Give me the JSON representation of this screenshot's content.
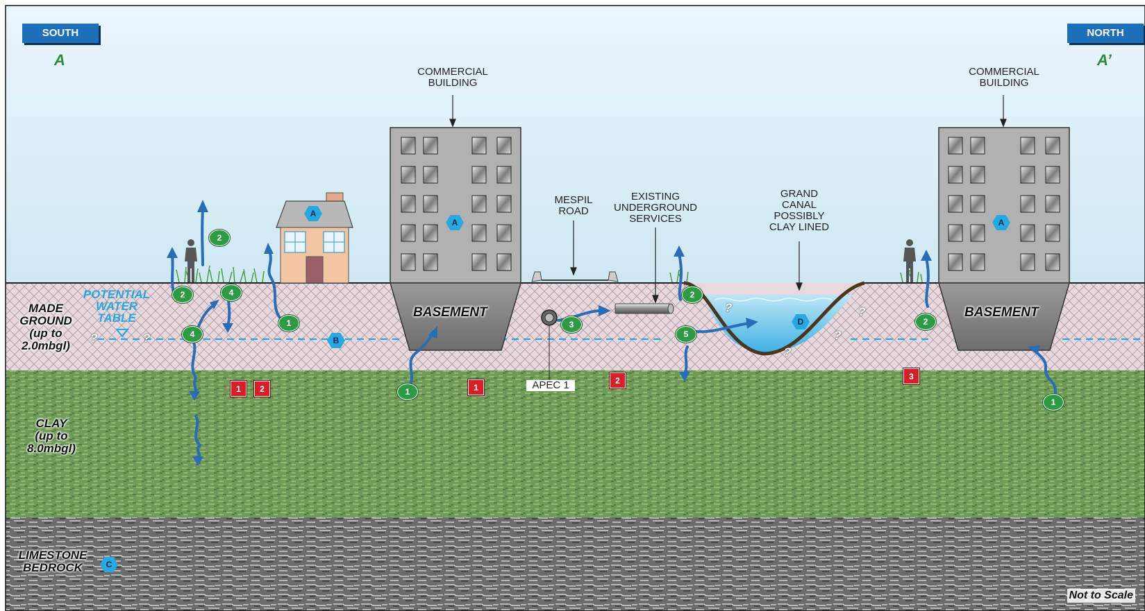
{
  "orientation": {
    "south": {
      "badge": "SOUTH",
      "letter": "A"
    },
    "north": {
      "badge": "NORTH",
      "letter": "A’"
    }
  },
  "callouts": {
    "commercial_building_left": "COMMERCIAL\nBUILDING",
    "commercial_building_right": "COMMERCIAL\nBUILDING",
    "mespil_road": "MESPIL\nROAD",
    "underground_services": "EXISTING\nUNDERGROUND\nSERVICES",
    "grand_canal": "GRAND\nCANAL\nPOSSIBLY\nCLAY LINED",
    "apec": "APEC 1"
  },
  "layers": {
    "made_ground": "MADE\nGROUND\n(up to\n2.0mbgl)",
    "clay": "CLAY\n(up to\n8.0mbgl)",
    "limestone": "LIMESTONE\nBEDROCK"
  },
  "water_table": {
    "label": "POTENTIAL\nWATER\nTABLE",
    "unknown": "?"
  },
  "basement_label": "BASEMENT",
  "canal_unknown": "?",
  "scale_note": "Not to Scale",
  "markers": {
    "pathway_1": "1",
    "pathway_2": "2",
    "pathway_3": "3",
    "pathway_4": "4",
    "pathway_5": "5",
    "source_1": "1",
    "source_2": "2",
    "source_3": "3",
    "receptor_A": "A",
    "receptor_B": "B",
    "receptor_C": "C",
    "receptor_D": "D"
  },
  "colors": {
    "sky": "#dff0f8",
    "made_ground": "#e8d7dc",
    "clay": "#6f9a57",
    "limestone": "#7a7a7a",
    "water": "#5ec3ea",
    "flow_arrow": "#2a6db5",
    "building": "#a8a8a8",
    "badge": "#1d6fba"
  }
}
